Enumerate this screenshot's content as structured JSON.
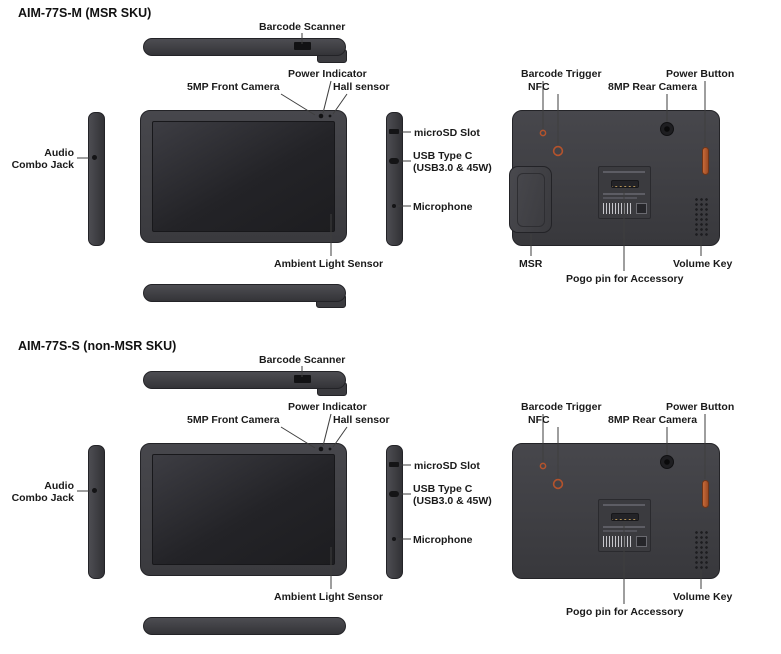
{
  "sections": [
    {
      "title": "AIM-77S-M (MSR SKU)"
    },
    {
      "title": "AIM-77S-S (non-MSR SKU)"
    }
  ],
  "labels": {
    "barcode_scanner": "Barcode Scanner",
    "front_camera": "5MP Front Camera",
    "power_indicator": "Power Indicator",
    "hall_sensor": "Hall sensor",
    "audio_combo_jack": "Audio\nCombo Jack",
    "microsd_slot": "microSD Slot",
    "usb_type_c": "USB Type C\n(USB3.0 & 45W)",
    "microphone": "Microphone",
    "ambient_light_sensor": "Ambient Light Sensor",
    "barcode_trigger": "Barcode Trigger",
    "nfc": "NFC",
    "rear_camera": "8MP Rear Camera",
    "power_button": "Power Button",
    "msr": "MSR",
    "pogo_pin": "Pogo pin for Accessory",
    "volume_key": "Volume Key"
  },
  "colors": {
    "device_body": "#3f3f43",
    "device_screen": "#232326",
    "marker_accent": "#b5532c",
    "leader_line": "#3e3e3e",
    "label_text": "#1a1a1a"
  }
}
